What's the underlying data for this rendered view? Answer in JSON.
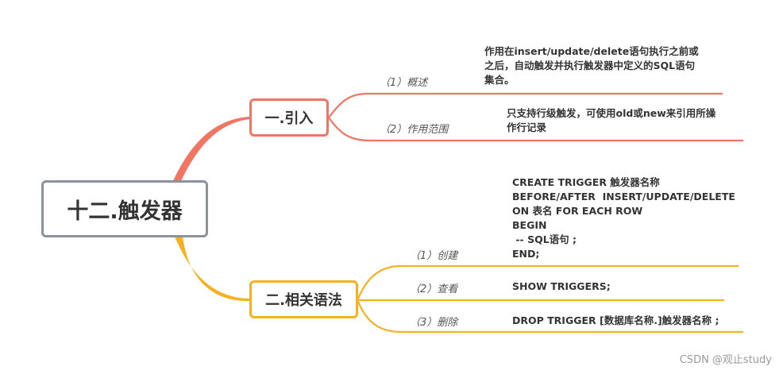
{
  "root": {
    "label": "十二.触发器"
  },
  "branches": [
    {
      "label": "一.引入",
      "color": "#f07562",
      "children": [
        {
          "label": "（1）概述",
          "content": "作用在insert/update/delete语句执行之前或\n之后，自动触发并执行触发器中定义的SQL语句\n集合。"
        },
        {
          "label": "（2）作用范围",
          "content": "只支持行级触发，可使用old或new来引用所操\n作行记录"
        }
      ]
    },
    {
      "label": "二.相关语法",
      "color": "#f5b11e",
      "children": [
        {
          "label": "（1）创建",
          "content": "CREATE TRIGGER 触发器名称\nBEFORE/AFTER  INSERT/UPDATE/DELETE\nON 表名 FOR EACH ROW\nBEGIN\n -- SQL语句 ;\nEND;"
        },
        {
          "label": "（2）查看",
          "content": "SHOW TRIGGERS;"
        },
        {
          "label": "（3）删除",
          "content": "DROP TRIGGER [数据库名称.]触发器名称 ;"
        }
      ]
    }
  ],
  "root_color": "#8a939e",
  "watermark": "CSDN @观止study"
}
